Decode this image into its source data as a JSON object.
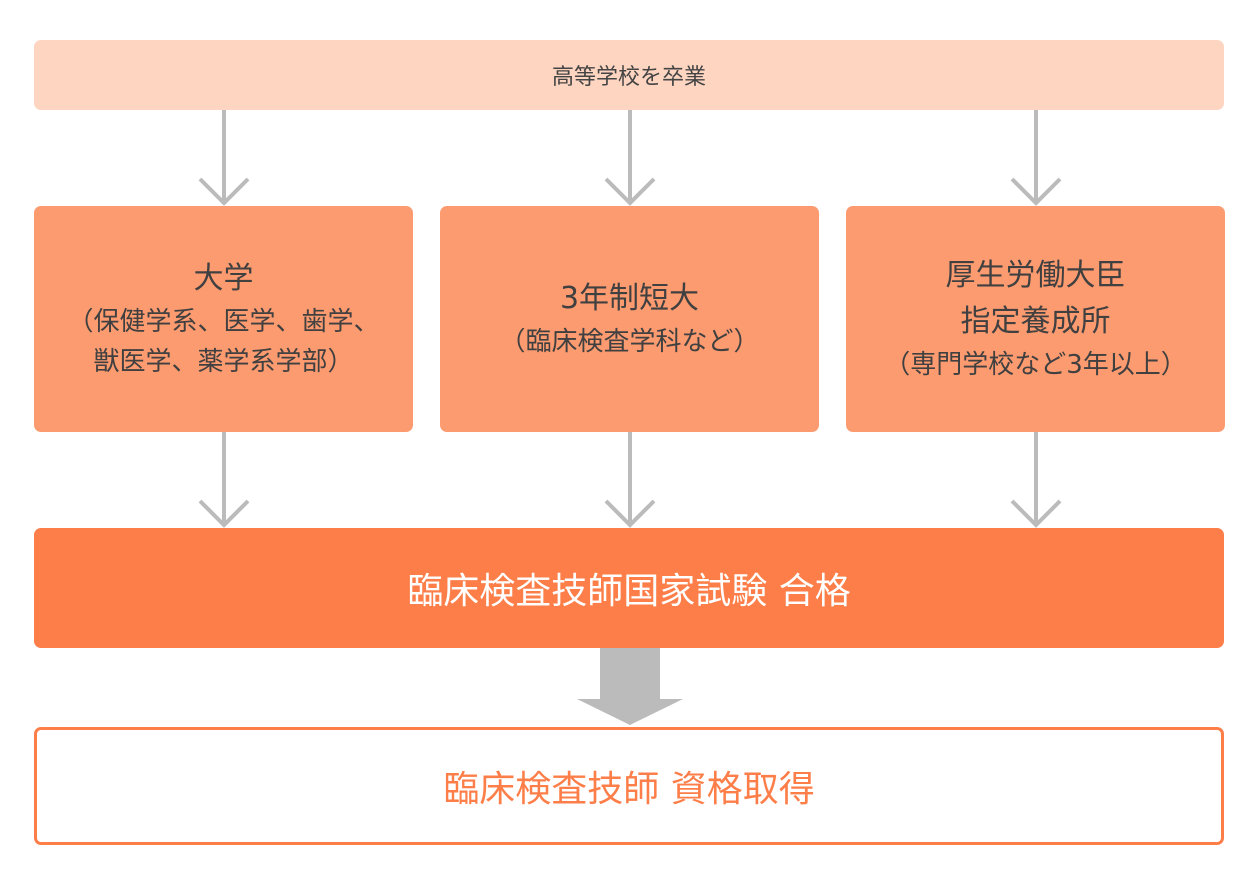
{
  "colors": {
    "top_box_fill": "#fdd5c1",
    "path_box_fill": "#fd9b70",
    "exam_box_fill": "#fd7e48",
    "result_border": "#fd7e48",
    "arrow": "#bbbbbb"
  },
  "start": {
    "label": "高等学校を卒業"
  },
  "paths": [
    {
      "title_lines": [
        "大学"
      ],
      "note_lines": [
        "（保健学系、医学、歯学、",
        "獣医学、薬学系学部）"
      ]
    },
    {
      "title_lines": [
        "3年制短大"
      ],
      "note_lines": [
        "（臨床検査学科など）"
      ]
    },
    {
      "title_lines": [
        "厚生労働大臣",
        "指定養成所"
      ],
      "note_lines": [
        "（専門学校など3年以上）"
      ]
    }
  ],
  "exam": {
    "label": "臨床検査技師国家試験 合格"
  },
  "result": {
    "label": "臨床検査技師 資格取得"
  }
}
